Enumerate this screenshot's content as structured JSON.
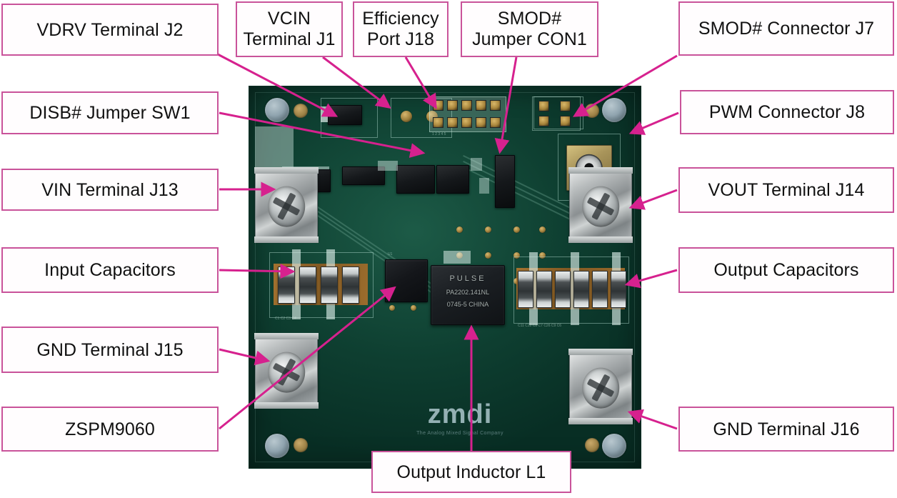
{
  "figure": {
    "subject": "ZSPM9060 evaluation board annotated photograph",
    "accent_color": "#c9539a",
    "box_fill": "#fffdfe",
    "text_color": "#111111"
  },
  "callouts": [
    {
      "id": "vdrv-terminal-j2",
      "label": "VDRV Terminal J2"
    },
    {
      "id": "vcin-terminal-j1",
      "label": "VCIN\nTerminal J1"
    },
    {
      "id": "efficiency-port-j18",
      "label": "Efficiency\nPort J18"
    },
    {
      "id": "smod-jumper-con1",
      "label": "SMOD#\nJumper CON1"
    },
    {
      "id": "smod-connector-j7",
      "label": "SMOD# Connector J7"
    },
    {
      "id": "disb-jumper-sw1",
      "label": "DISB# Jumper SW1"
    },
    {
      "id": "pwm-connector-j8",
      "label": "PWM Connector J8"
    },
    {
      "id": "vin-terminal-j13",
      "label": "VIN Terminal J13"
    },
    {
      "id": "vout-terminal-j14",
      "label": "VOUT Terminal J14"
    },
    {
      "id": "input-capacitors",
      "label": "Input Capacitors"
    },
    {
      "id": "output-capacitors",
      "label": "Output Capacitors"
    },
    {
      "id": "gnd-terminal-j15",
      "label": "GND Terminal J15"
    },
    {
      "id": "zspm9060",
      "label": "ZSPM9060"
    },
    {
      "id": "gnd-terminal-j16",
      "label": "GND Terminal J16"
    },
    {
      "id": "output-inductor-l1",
      "label": "Output Inductor L1"
    }
  ],
  "board_silkscreen": {
    "brand_mark": "zmdi",
    "brand_tagline": "The Analog Mixed Signal Company",
    "inductor_line1": "PULSE",
    "inductor_line2": "PA2202.141NL",
    "inductor_line3": "0745-5 CHINA"
  }
}
